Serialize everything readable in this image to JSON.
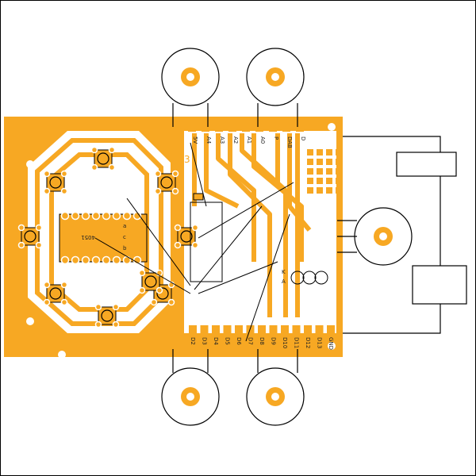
{
  "board": {
    "copper_color": "#F7A823",
    "background_color": "#FFFFFF",
    "outline_color": "#000000",
    "top_header_labels": [
      "5V",
      "A4",
      "A3",
      "A2",
      "A1",
      "A0",
      "P",
      "DAB",
      "D"
    ],
    "bottom_header_labels": [
      "D2",
      "D3",
      "D4",
      "D5",
      "D6",
      "D7",
      "D8",
      "D9",
      "D10",
      "D11",
      "D12",
      "D13",
      "GND"
    ],
    "ic_labels": [
      "4051",
      "a",
      "c",
      "b"
    ],
    "led_labels": [
      "K",
      "A"
    ],
    "side_label": "3"
  },
  "potentiometers": [
    "top-left",
    "top-right",
    "bottom-left",
    "bottom-right",
    "right"
  ],
  "outline_boxes": [
    "connector-top",
    "connector-bottom"
  ]
}
